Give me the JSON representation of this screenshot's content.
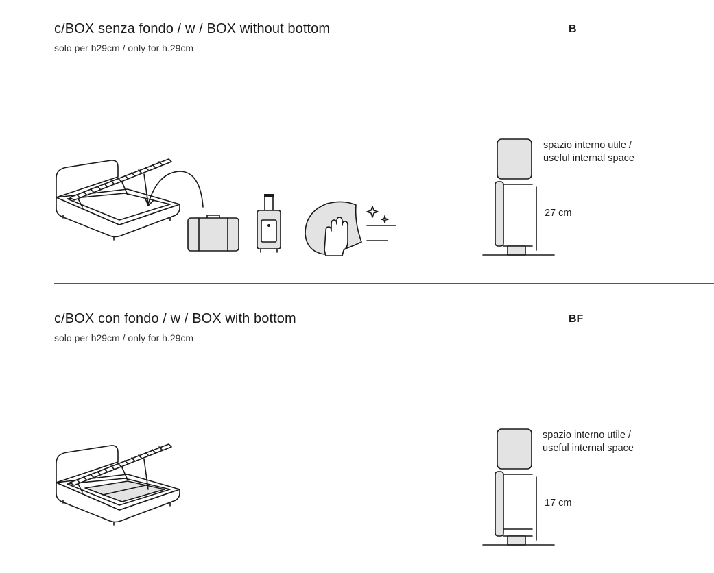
{
  "section_b": {
    "title": "c/BOX senza fondo / w / BOX without bottom",
    "subtitle": "solo per h29cm / only for h.29cm",
    "code": "B",
    "space_label_line1": "spazio interno utile /",
    "space_label_line2": "useful internal space",
    "measure": "27 cm"
  },
  "section_bf": {
    "title": "c/BOX con fondo / w / BOX with bottom",
    "subtitle": "solo per h29cm / only for h.29cm",
    "code": "BF",
    "space_label_line1": "spazio interno utile /",
    "space_label_line2": "useful internal space",
    "measure": "17 cm"
  }
}
